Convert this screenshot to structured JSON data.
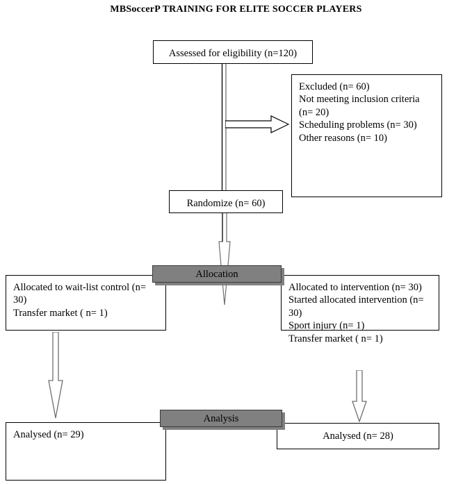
{
  "title": "MBSoccerP TRAINING FOR ELITE SOCCER PLAYERS",
  "colors": {
    "banner_fill": "#808080",
    "box_border": "#000000",
    "background": "#ffffff",
    "text": "#000000"
  },
  "nodes": {
    "enrollment": {
      "name": "assessed-box",
      "text": "Assessed for eligibility (n=120)"
    },
    "excluded": {
      "name": "excluded-box",
      "lines": [
        "Excluded (n= 60)",
        "Not meeting inclusion criteria (n= 20)",
        "Scheduling problems (n= 30)",
        "Other reasons (n= 10)"
      ]
    },
    "randomize": {
      "name": "randomize-box",
      "text": "Randomize (n= 60)"
    },
    "allocation_banner": {
      "name": "allocation-banner",
      "text": "Allocation"
    },
    "allocated_control": {
      "name": "allocated-control-box",
      "lines": [
        "Allocated to wait-list control (n= 30)",
        "Transfer market ( n= 1)"
      ]
    },
    "allocated_intervention": {
      "name": "allocated-intervention-box",
      "lines": [
        "Allocated to intervention (n= 30)",
        "Started allocated intervention (n= 30)",
        "Sport injury (n= 1)",
        "Transfer market ( n= 1)"
      ]
    },
    "analysis_banner": {
      "name": "analysis-banner",
      "text": "Analysis"
    },
    "analysed_control": {
      "name": "analysed-control-box",
      "text": "Analysed  (n= 29)"
    },
    "analysed_intervention": {
      "name": "analysed-intervention-box",
      "text": "Analysed (n= 28)"
    }
  },
  "connectors": [
    {
      "name": "assessed-to-randomize-connector",
      "kind": "vertical-double-line"
    },
    {
      "name": "excluded-arrow",
      "kind": "hollow-arrow-right"
    },
    {
      "name": "randomize-to-allocation-arrow",
      "kind": "hollow-arrow-down"
    },
    {
      "name": "control-to-analysis-arrow",
      "kind": "hollow-arrow-down"
    },
    {
      "name": "intervention-to-analysis-arrow",
      "kind": "hollow-arrow-down"
    }
  ]
}
